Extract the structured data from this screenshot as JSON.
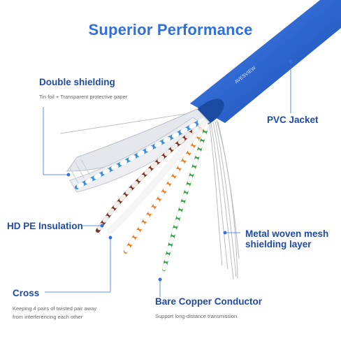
{
  "colors": {
    "title": "#2f6fdf",
    "label": "#1f4ba6",
    "sublabel": "#666666",
    "leader": "#2f6fdf",
    "jacket": "#2e66d0",
    "shield": "#c9ccd1"
  },
  "title": "Superior Performance",
  "jacket_print": "AVESVIEW",
  "callouts": {
    "double_shielding": {
      "label": "Double shielding",
      "sub": "Tin foil + Transparent protective paper"
    },
    "pvc_jacket": {
      "label": "PVC Jacket"
    },
    "hd_pe_insulation": {
      "label": "HD PE Insulation"
    },
    "metal_mesh": {
      "label_line1": "Metal woven mesh",
      "label_line2": "shielding layer"
    },
    "cross": {
      "label": "Cross",
      "sub_line1": "Keeping 4 pairs of twisted pair away",
      "sub_line2": "from interferencing each other"
    },
    "bare_copper": {
      "label": "Bare Copper Conductor",
      "sub": "Support long-distance transmission"
    }
  }
}
